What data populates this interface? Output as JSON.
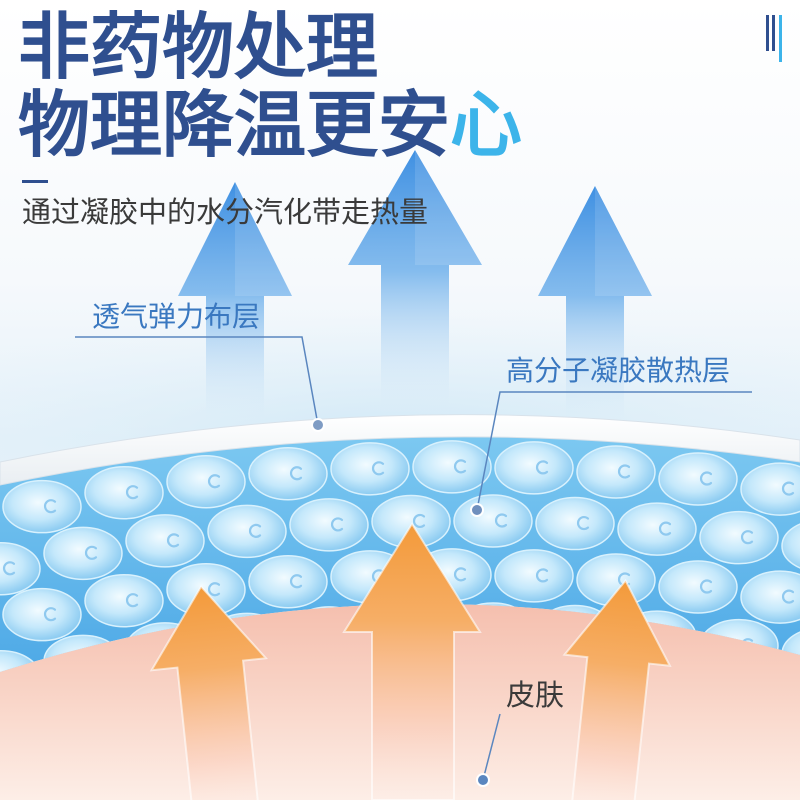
{
  "title": {
    "line1": "非药物处理",
    "line2_main": "物理降温更安",
    "line2_accent": "心"
  },
  "subtitle": "通过凝胶中的水分汽化带走热量",
  "labels": {
    "cloth_layer": "透气弹力布层",
    "gel_layer": "高分子凝胶散热层",
    "skin": "皮肤"
  },
  "icons": {
    "top_right": "vertical-bars-icon",
    "cool_arrows": "up-arrow-icon",
    "warm_arrows": "up-arrow-icon"
  },
  "colors": {
    "title": "#2f4f8f",
    "accent": "#3cb4ea",
    "label_blue": "#3a78c0",
    "text_dark": "#3a3a3a",
    "cool_arrow": "#3f90e2",
    "warm_arrow": "#f39a3a",
    "gel": "#5bb6ec",
    "skin": "#f6c1b0"
  }
}
